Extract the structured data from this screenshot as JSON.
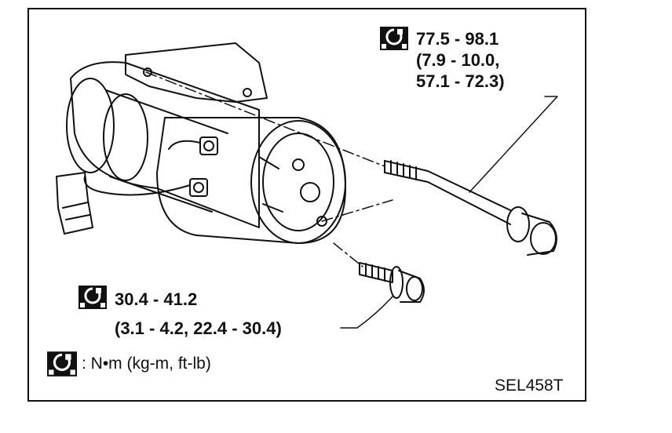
{
  "callouts": {
    "upper": {
      "line1": "77.5 - 98.1",
      "line2": "(7.9 - 10.0,",
      "line3": "57.1 - 72.3)"
    },
    "lower": {
      "line1": "30.4 - 41.2",
      "line2": "(3.1 - 4.2, 22.4 - 30.4)"
    }
  },
  "legend": {
    "text": ": N•m (kg-m, ft-lb)"
  },
  "figure_code": "SEL458T",
  "icons": {
    "torque": "torque-wrench-icon"
  }
}
